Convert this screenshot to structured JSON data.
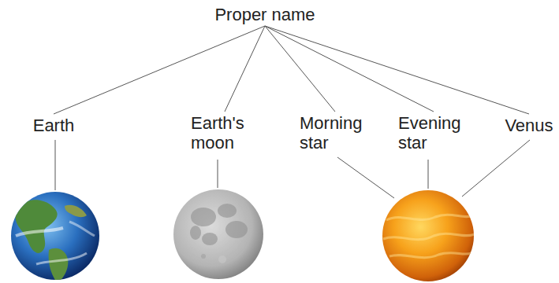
{
  "diagram": {
    "nodes": [
      {
        "text": [
          "Proper name"
        ]
      },
      {
        "text": [
          "Earth"
        ]
      },
      {
        "text": [
          "Earth's moon"
        ]
      },
      {
        "text": [
          "Morning star"
        ]
      },
      {
        "text": [
          "Evening star"
        ]
      },
      {
        "text": [
          "Venus"
        ]
      }
    ],
    "edges": [
      {
        "from": 0,
        "to": 1,
        "arrow": "none"
      },
      {
        "from": 0,
        "to": 2,
        "arrow": "none"
      },
      {
        "from": 0,
        "to": 3,
        "arrow": "none"
      },
      {
        "from": 0,
        "to": 4,
        "arrow": "none"
      },
      {
        "from": 0,
        "to": 5,
        "arrow": "none"
      }
    ]
  }
}
